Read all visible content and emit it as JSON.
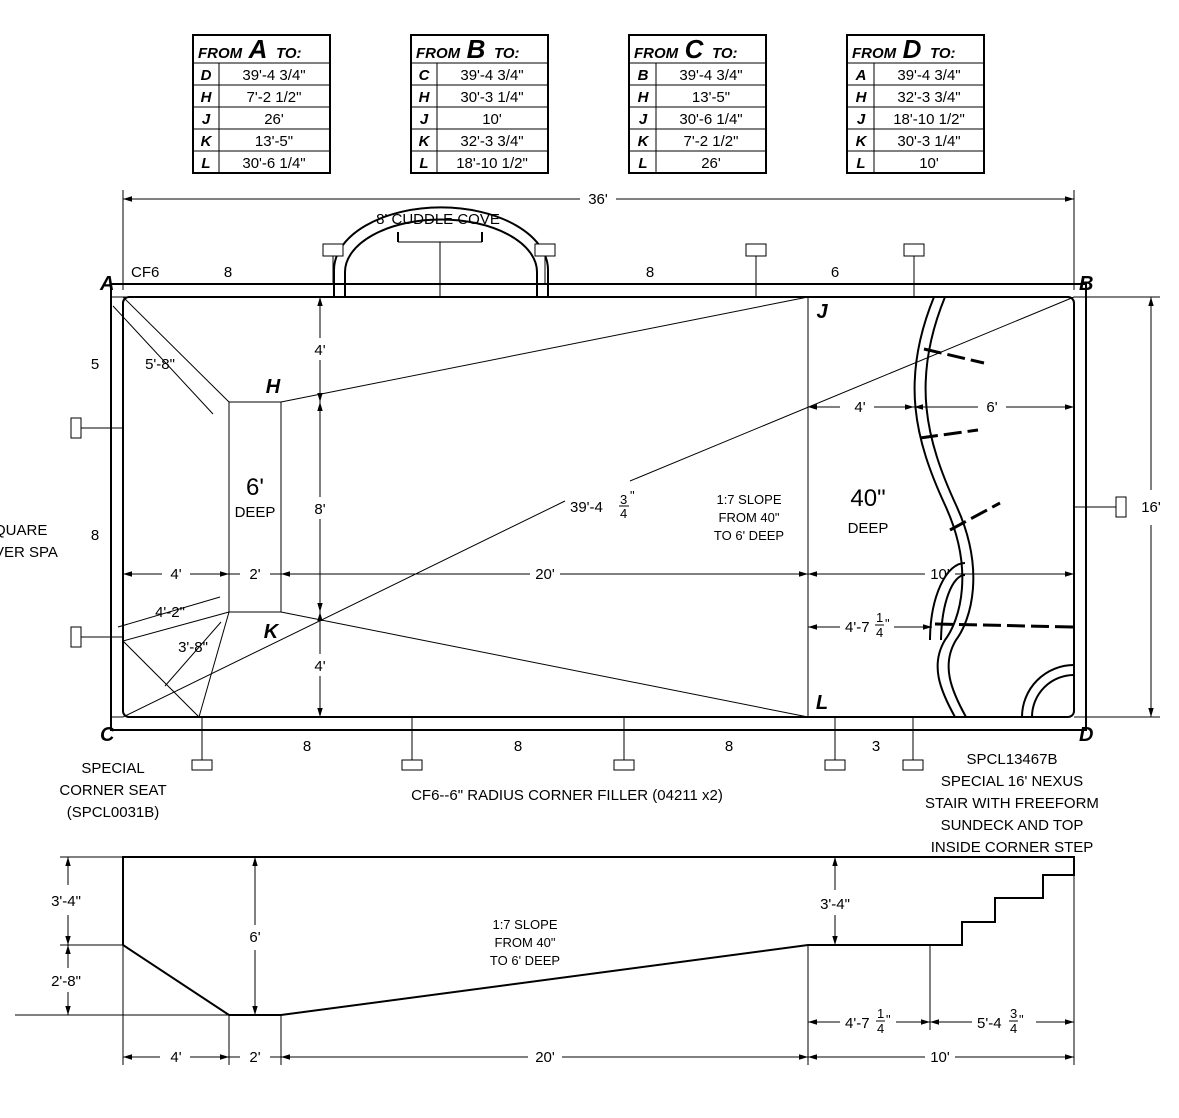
{
  "tables": [
    {
      "from": "FROM",
      "point": "A",
      "to": "TO:",
      "rows": [
        [
          "D",
          "39'-4 3/4\""
        ],
        [
          "H",
          "7'-2 1/2\""
        ],
        [
          "J",
          "26'"
        ],
        [
          "K",
          "13'-5\""
        ],
        [
          "L",
          "30'-6 1/4\""
        ]
      ]
    },
    {
      "from": "FROM",
      "point": "B",
      "to": "TO:",
      "rows": [
        [
          "C",
          "39'-4 3/4\""
        ],
        [
          "H",
          "30'-3 1/4\""
        ],
        [
          "J",
          "10'"
        ],
        [
          "K",
          "32'-3 3/4\""
        ],
        [
          "L",
          "18'-10 1/2\""
        ]
      ]
    },
    {
      "from": "FROM",
      "point": "C",
      "to": "TO:",
      "rows": [
        [
          "B",
          "39'-4 3/4\""
        ],
        [
          "H",
          "13'-5\""
        ],
        [
          "J",
          "30'-6 1/4\""
        ],
        [
          "K",
          "7'-2 1/2\""
        ],
        [
          "L",
          "26'"
        ]
      ]
    },
    {
      "from": "FROM",
      "point": "D",
      "to": "TO:",
      "rows": [
        [
          "A",
          "39'-4 3/4\""
        ],
        [
          "H",
          "32'-3 3/4\""
        ],
        [
          "J",
          "18'-10 1/2\""
        ],
        [
          "K",
          "30'-3 1/4\""
        ],
        [
          "L",
          "10'"
        ]
      ]
    }
  ],
  "points": {
    "A": "A",
    "B": "B",
    "C": "C",
    "D": "D",
    "H": "H",
    "J": "J",
    "K": "K",
    "L": "L"
  },
  "plan": {
    "overall_width": "36'",
    "overall_height": "16'",
    "cuddle_cove": "8' CUDDLE COVE",
    "cf6": "CF6",
    "top_panels": [
      "8",
      "8",
      "6"
    ],
    "bottom_panels": [
      "8",
      "8",
      "8",
      "3"
    ],
    "left_panels": [
      "5",
      "8"
    ],
    "deep_end_depth": "6'",
    "deep_end_label": "DEEP",
    "shallow_depth": "40\"",
    "shallow_label": "DEEP",
    "slope_note": [
      "1:7 SLOPE",
      "FROM 40\"",
      "TO 6' DEEP"
    ],
    "diagonal": "39'-4",
    "diagonal_frac_num": "3",
    "diagonal_frac_den": "4",
    "dims": {
      "corner_seat_top": "5'-8\"",
      "corner_seat_a": "4'-2\"",
      "corner_seat_b": "3'-8\"",
      "v_top": "4'",
      "v_mid": "8'",
      "v_bot": "4'",
      "h_4": "4'",
      "h_2": "2'",
      "h_20": "20'",
      "h_10": "10'",
      "stair_4": "4'",
      "stair_6": "6'",
      "stair_475": "4'-7",
      "stair_475_num": "1",
      "stair_475_den": "4"
    },
    "left_cut": [
      "QUARE",
      "VER SPA"
    ],
    "corner_seat_note": [
      "SPECIAL",
      "CORNER SEAT",
      "(SPCL0031B)"
    ],
    "filler_note": "CF6--6\" RADIUS CORNER FILLER (04211 x2)",
    "stair_note": [
      "SPCL13467B",
      "SPECIAL 16' NEXUS",
      "STAIR WITH FREEFORM",
      "SUNDECK AND TOP",
      "INSIDE CORNER STEP"
    ]
  },
  "section": {
    "left_top": "3'-4\"",
    "left_bottom": "2'-8\"",
    "deep": "6'",
    "shallow": "3'-4\"",
    "slope_note": [
      "1:7 SLOPE",
      "FROM 40\"",
      "TO 6' DEEP"
    ],
    "b_4": "4'",
    "b_2": "2'",
    "b_20": "20'",
    "b_10": "10'",
    "s_475": "4'-7",
    "s_475_num": "1",
    "s_475_den": "4",
    "s_54": "5'-4",
    "s_54_num": "3",
    "s_54_den": "4"
  }
}
